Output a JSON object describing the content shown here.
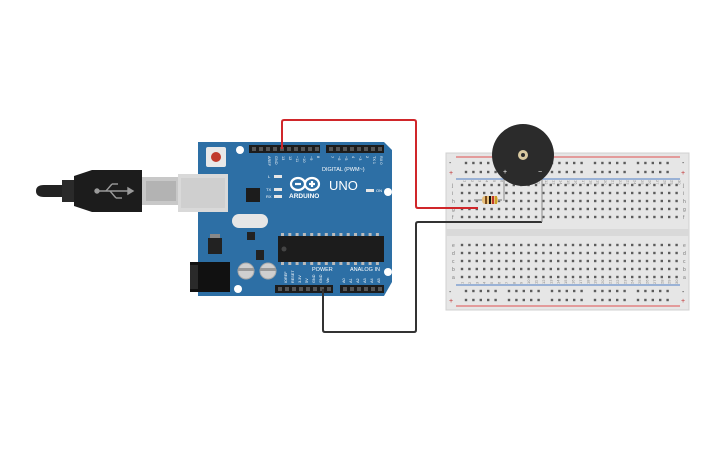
{
  "board": {
    "logo_text": "ARDUINO",
    "model": "UNO",
    "digital_label": "DIGITAL (PWM~)",
    "power_label": "POWER",
    "analog_label": "ANALOG IN",
    "on_label": "ON",
    "l_label": "L",
    "tx_label": "TX",
    "rx_label": "RX",
    "top_pins": [
      "AREF",
      "GND",
      "13",
      "12",
      "~11",
      "~10",
      "~9",
      "8",
      "7",
      "~6",
      "~5",
      "4",
      "~3",
      "2",
      "TX 1",
      "RX 0"
    ],
    "power_pins": [
      "IOREF",
      "RESET",
      "3.3V",
      "5V",
      "GND",
      "GND",
      "Vin"
    ],
    "analog_pins": [
      "A0",
      "A1",
      "A2",
      "A3",
      "A4",
      "A5"
    ]
  },
  "breadboard": {
    "row_letters_top": [
      "j",
      "i",
      "h",
      "g",
      "f"
    ],
    "row_letters_bottom": [
      "e",
      "d",
      "c",
      "b",
      "a"
    ],
    "rail_plus": "+",
    "rail_minus": "-",
    "column_count": 30
  },
  "buzzer": {
    "plus_label": "+",
    "minus_label": "−"
  },
  "colors": {
    "board_blue": "#2d6fa5",
    "wire_red": "#d0262a",
    "wire_black": "#333333",
    "breadboard": "#e6e6e6",
    "rail_red": "#e05050",
    "rail_blue": "#4f7fc6",
    "buzzer_body": "#2b2b2b"
  }
}
